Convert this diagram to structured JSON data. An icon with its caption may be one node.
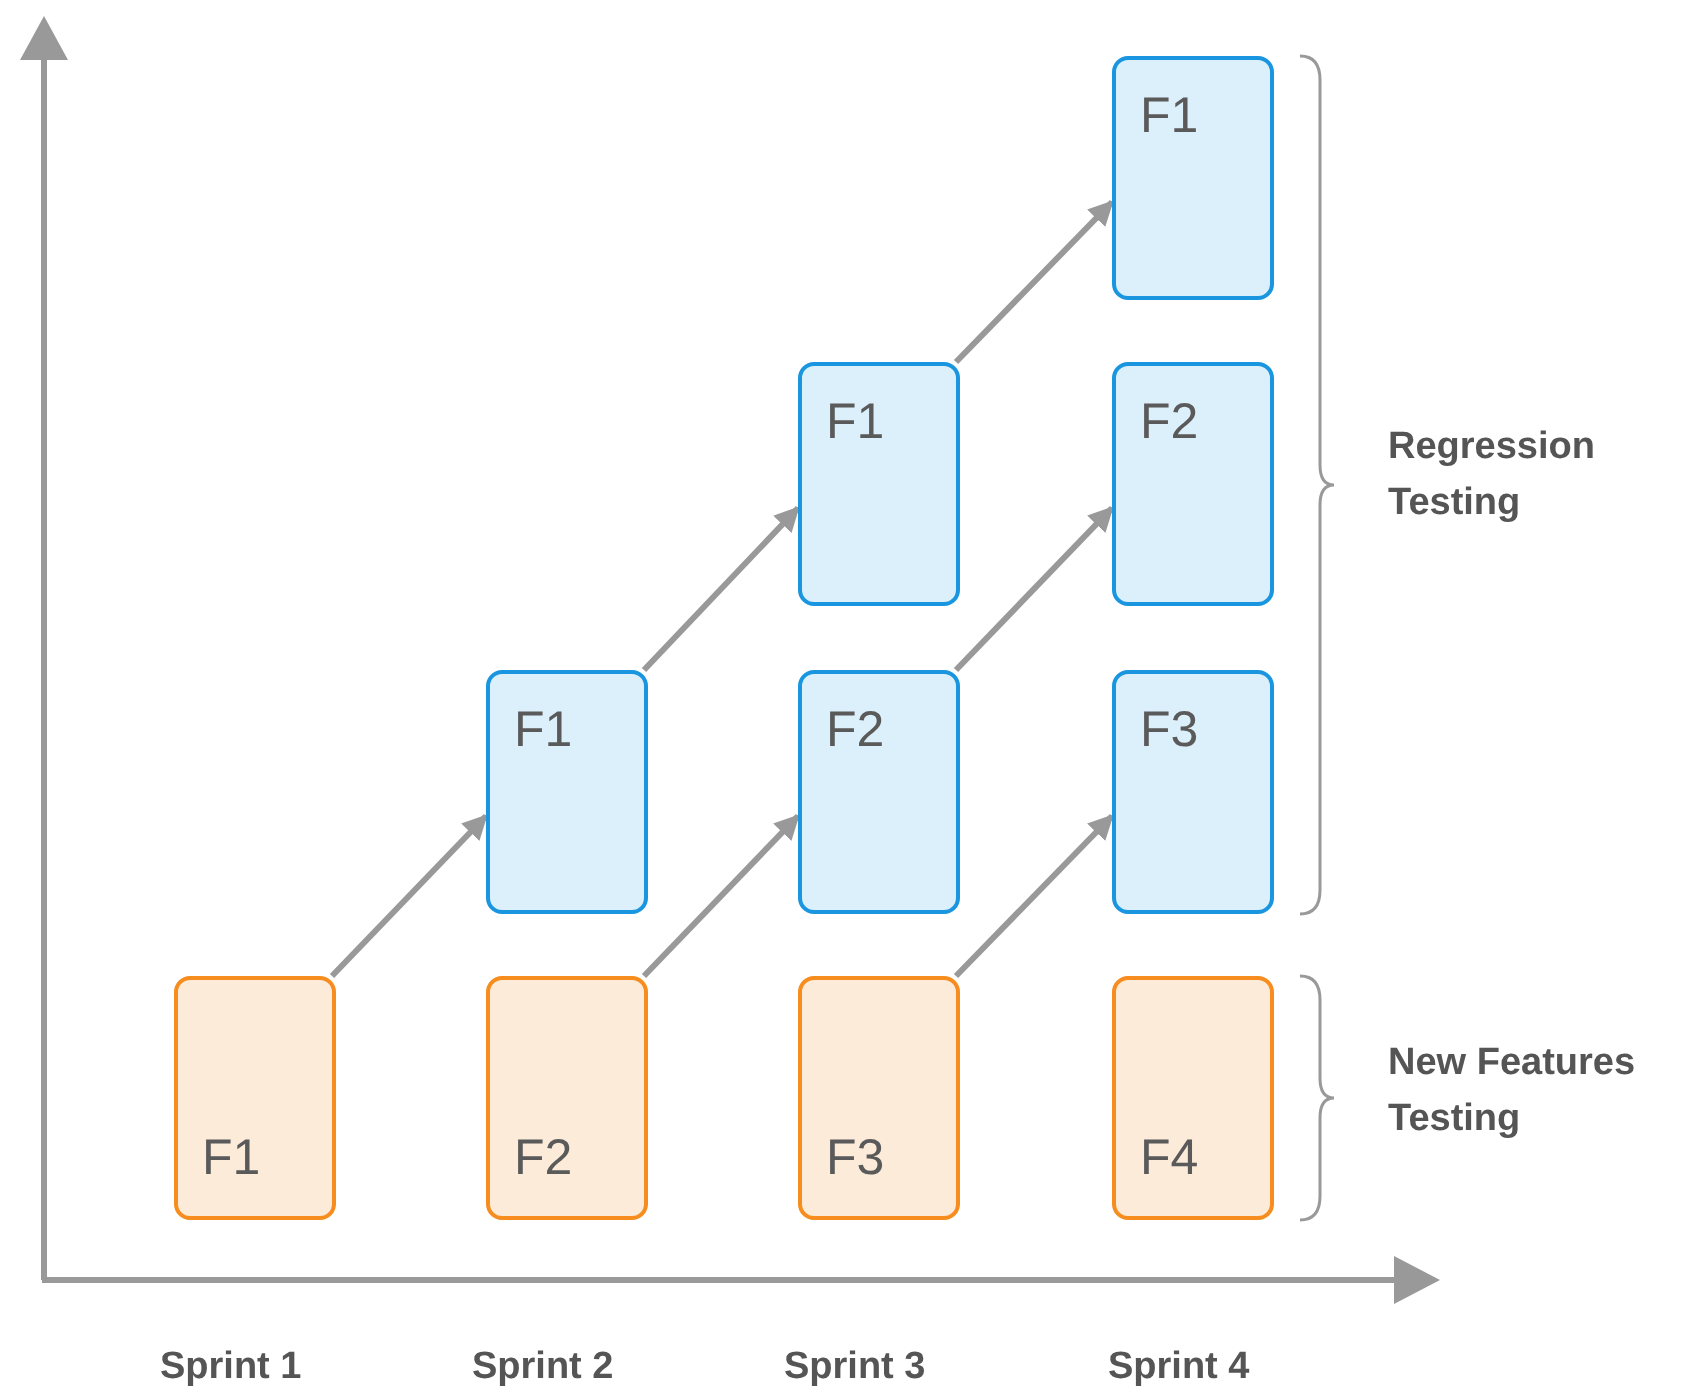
{
  "diagram": {
    "nodes": [
      {
        "text": [
          "F1"
        ]
      },
      {
        "text": [
          "F1"
        ]
      },
      {
        "text": [
          "F2"
        ]
      },
      {
        "text": [
          "F1"
        ]
      },
      {
        "text": [
          "F2"
        ]
      },
      {
        "text": [
          "F3"
        ]
      },
      {
        "text": [
          "F1"
        ]
      },
      {
        "text": [
          "F2"
        ]
      },
      {
        "text": [
          "F3"
        ]
      },
      {
        "text": [
          "F4"
        ]
      }
    ],
    "edges": [
      {
        "from": 6,
        "to": 3,
        "arrow": "to"
      },
      {
        "from": 7,
        "to": 4,
        "arrow": "to"
      },
      {
        "from": 8,
        "to": 5,
        "arrow": "to"
      },
      {
        "from": 3,
        "to": 1,
        "arrow": "to"
      },
      {
        "from": 4,
        "to": 2,
        "arrow": "to"
      },
      {
        "from": 1,
        "to": 0,
        "arrow": "to"
      }
    ],
    "labels": [
      "Regression Testing",
      "New Features Testing",
      "Sprint 1",
      "Sprint 2",
      "Sprint 3",
      "Sprint 4"
    ]
  }
}
